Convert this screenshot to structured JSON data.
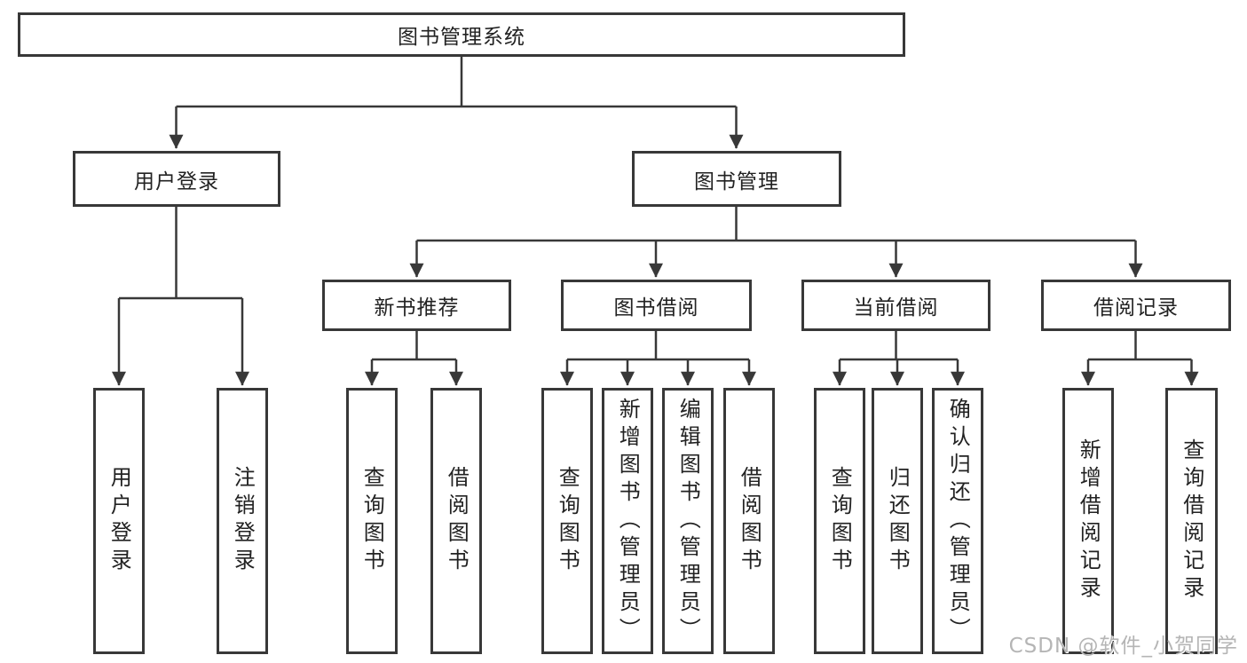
{
  "tree": {
    "label": "图书管理系统",
    "children": [
      {
        "label": "用户登录",
        "children": [
          {
            "label": "用户登录"
          },
          {
            "label": "注销登录"
          }
        ]
      },
      {
        "label": "图书管理",
        "children": [
          {
            "label": "新书推荐",
            "children": [
              {
                "label": "查询图书"
              },
              {
                "label": "借阅图书"
              }
            ]
          },
          {
            "label": "图书借阅",
            "children": [
              {
                "label": "查询图书"
              },
              {
                "label": "新增图书（管理员）"
              },
              {
                "label": "编辑图书（管理员）"
              },
              {
                "label": "借阅图书"
              }
            ]
          },
          {
            "label": "当前借阅",
            "children": [
              {
                "label": "查询图书"
              },
              {
                "label": "归还图书"
              },
              {
                "label": "确认归还（管理员）"
              }
            ]
          },
          {
            "label": "借阅记录",
            "children": [
              {
                "label": "新增借阅记录"
              },
              {
                "label": "查询借阅记录"
              }
            ]
          }
        ]
      }
    ]
  },
  "watermark": {
    "text": "CSDN @软件_小贺同学"
  },
  "colors": {
    "line": "#383838",
    "box_border": "#383838",
    "text": "#222222",
    "watermark": "#b5b5b5",
    "background": "#ffffff"
  }
}
